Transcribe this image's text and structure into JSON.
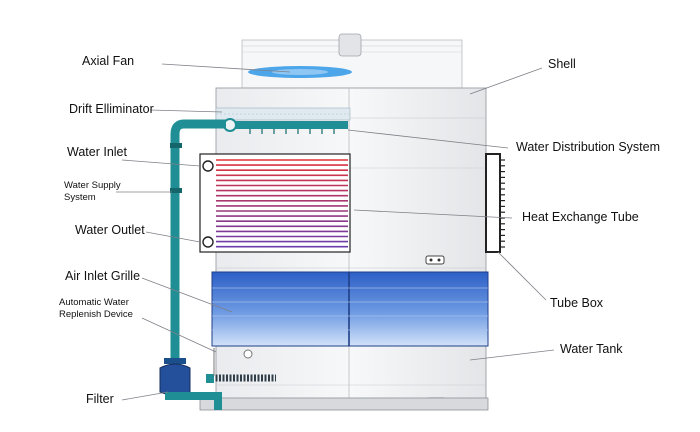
{
  "labels": {
    "axial_fan": "Axial Fan",
    "drift_eliminator": "Drift Elliminator",
    "water_inlet": "Water Inlet",
    "water_supply_system_line1": "Water Supply",
    "water_supply_system_line2": "System",
    "water_outlet": "Water Outlet",
    "air_inlet_grille": "Air Inlet Grille",
    "auto_water_line1": "Automatic Water",
    "auto_water_line2": "Replenish Device",
    "filter": "Filter",
    "shell": "Shell",
    "water_distribution_system": "Water Distribution System",
    "heat_exchange_tube": "Heat Exchange Tube",
    "tube_box": "Tube Box",
    "water_tank": "Water Tank"
  },
  "colors": {
    "pipe": "#1f8f95",
    "pipe_dark": "#14666b",
    "shell_fill": "#f1f2f4",
    "shell_stroke": "#9aa0a6",
    "grille_top": "#2f63c9",
    "grille_bottom": "#bcd4f5",
    "fan_blade": "#4aa3e8",
    "leader": "#7d8086"
  },
  "icons": {
    "pump": "pump-icon",
    "valve": "float-valve-icon"
  }
}
